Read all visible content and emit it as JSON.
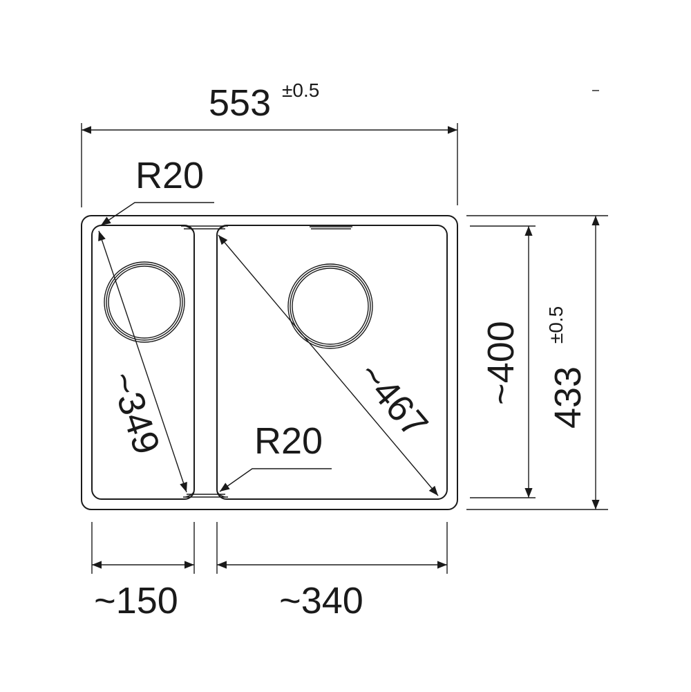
{
  "diagram": {
    "overall_width": {
      "value": "553",
      "tolerance": "±0.5"
    },
    "overall_depth": {
      "value": "433",
      "tolerance": "±0.5"
    },
    "inner_depth": "~400",
    "small_bowl_width": "~150",
    "large_bowl_width": "~340",
    "small_bowl_diagonal": "~349",
    "large_bowl_diagonal": "~467",
    "radius_top": "R20",
    "radius_bottom": "R20"
  },
  "colors": {
    "line": "#1a1a1a",
    "background": "#ffffff"
  }
}
